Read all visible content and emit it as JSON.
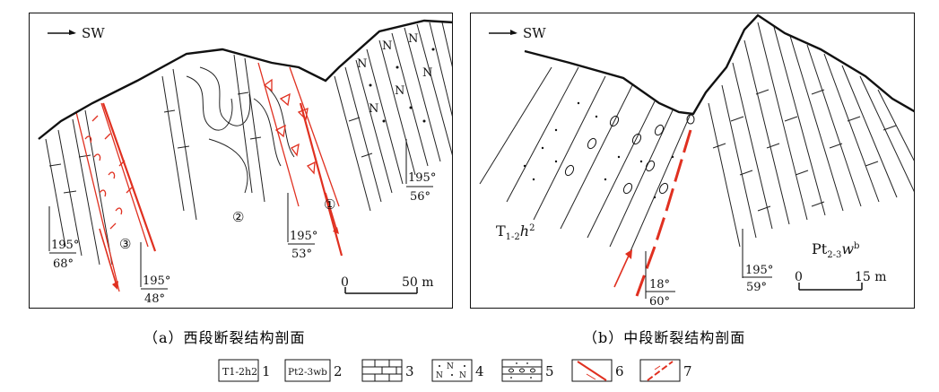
{
  "panel_a": {
    "direction_label": "SW",
    "fault_labels": [
      "①",
      "②",
      "③"
    ],
    "attitudes": [
      {
        "dip_dir": "195°",
        "dip_angle": "56°"
      },
      {
        "dip_dir": "195°",
        "dip_angle": "53°"
      },
      {
        "dip_dir": "195°",
        "dip_angle": "68°"
      },
      {
        "dip_dir": "195°",
        "dip_angle": "48°"
      }
    ],
    "scale": {
      "start": "0",
      "end": "50 m"
    },
    "caption": "（a）西段断裂结构剖面"
  },
  "panel_b": {
    "direction_label": "SW",
    "unit_left": {
      "base": "T",
      "sub": "1-2",
      "letter": "h",
      "sup": "2"
    },
    "unit_right": {
      "base": "Pt",
      "sub": "2-3",
      "letter": "w",
      "sup": "b"
    },
    "attitudes": [
      {
        "dip_dir": "18°",
        "dip_angle": "60°"
      },
      {
        "dip_dir": "195°",
        "dip_angle": "59°"
      }
    ],
    "scale": {
      "start": "0",
      "end": "15 m"
    },
    "caption": "（b）中段断裂结构剖面"
  },
  "legend": {
    "items": [
      {
        "number": "1",
        "symbol_text": "T1-2h2"
      },
      {
        "number": "2",
        "symbol_text": "Pt2-3wb"
      },
      {
        "number": "3"
      },
      {
        "number": "4"
      },
      {
        "number": "5"
      },
      {
        "number": "6"
      },
      {
        "number": "7"
      }
    ]
  }
}
